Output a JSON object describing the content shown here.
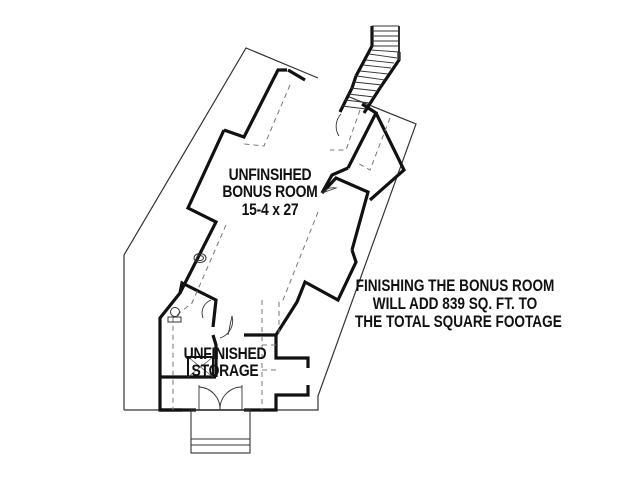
{
  "plan": {
    "type": "floor-plan",
    "level": "bonus / attic level",
    "colors": {
      "background": "#ffffff",
      "wall": "#111111",
      "outline": "#333333",
      "dashed": "#777777"
    },
    "rooms": [
      {
        "id": "bonus-room",
        "lines": [
          "UNFINSIHED",
          "BONUS ROOM",
          "15-4 x 27"
        ],
        "name": "UNFINSIHED BONUS ROOM",
        "dimensions": "15-4 x 27"
      },
      {
        "id": "storage",
        "lines": [
          "UNFINISHED",
          "STORAGE"
        ],
        "name": "UNFINISHED STORAGE"
      }
    ],
    "fixtures": [
      "stair-up-right",
      "toilet",
      "sink",
      "shower",
      "double-doors",
      "exterior-steps",
      "swing-doors"
    ]
  },
  "note": {
    "lines": [
      "FINISHING THE BONUS ROOM",
      "WILL ADD 839 SQ. FT. TO",
      "THE TOTAL SQUARE FOOTAGE"
    ],
    "added_sq_ft": "839"
  }
}
